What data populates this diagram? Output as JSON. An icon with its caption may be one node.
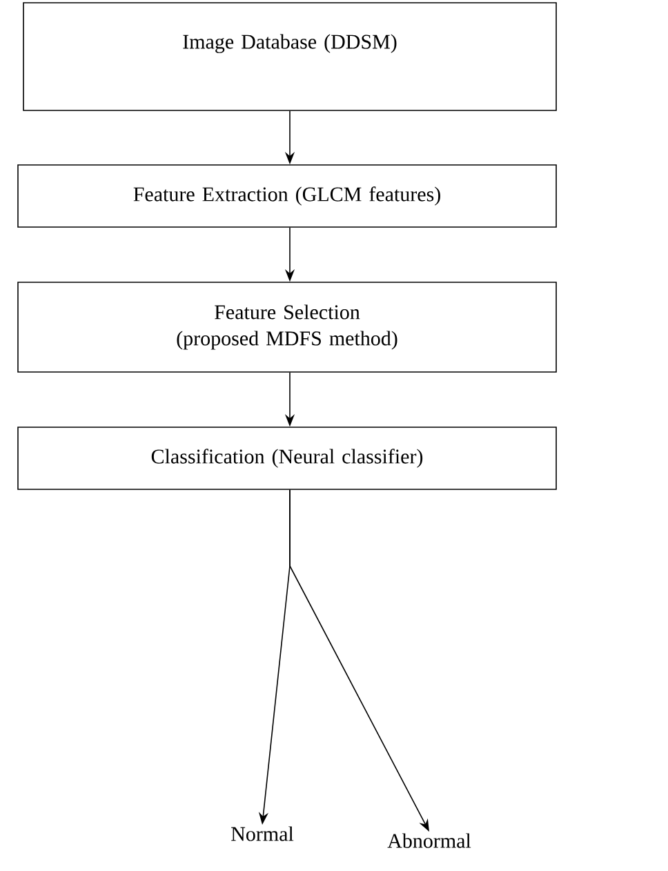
{
  "diagram": {
    "nodes": [
      {
        "text": [
          "Image Database (DDSM)"
        ]
      },
      {
        "text": [
          "Feature Extraction (GLCM features)"
        ]
      },
      {
        "text": [
          "Feature Selection (proposed MDFS method)"
        ]
      },
      {
        "text": [
          "Classification (Neural classifier)"
        ]
      },
      {
        "text": [
          "Normal"
        ]
      },
      {
        "text": [
          "Abnormal"
        ]
      }
    ],
    "edges": [
      {
        "from": 0,
        "to": 1,
        "arrow": "to"
      },
      {
        "from": 1,
        "to": 2,
        "arrow": "to"
      },
      {
        "from": 2,
        "to": 3,
        "arrow": "to"
      },
      {
        "from": 3,
        "to": 4,
        "arrow": "to"
      },
      {
        "from": 3,
        "to": 5,
        "arrow": "to"
      }
    ]
  }
}
